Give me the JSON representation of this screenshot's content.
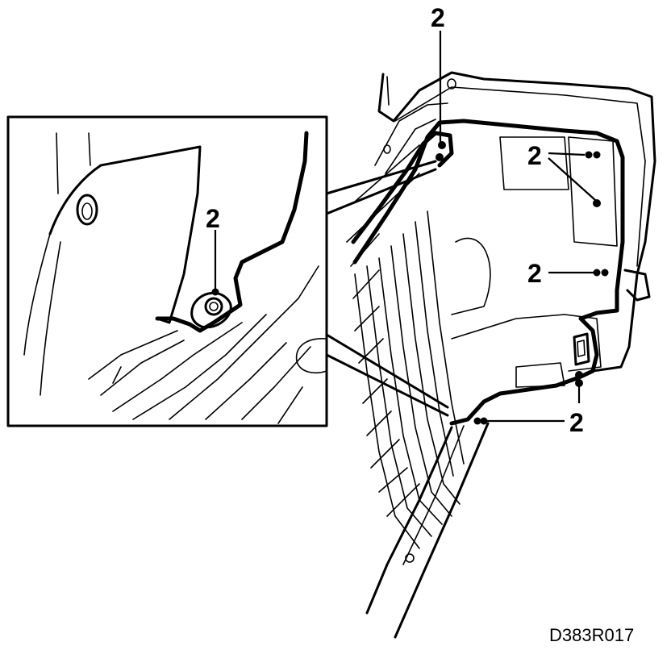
{
  "callouts": {
    "top": "2",
    "right_upper": "2",
    "right_middle": "2",
    "bottom_right": "2",
    "inset": "2"
  },
  "figure_id": "D383R017",
  "colors": {
    "line": "#000000",
    "background": "#ffffff"
  }
}
